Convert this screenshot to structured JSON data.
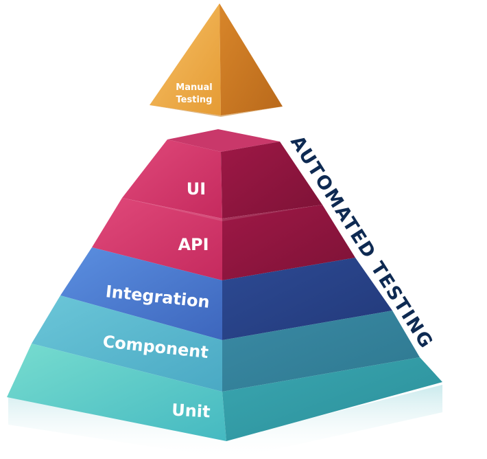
{
  "apex": {
    "line1": "Manual",
    "line2": "Testing"
  },
  "layers": {
    "ui": "UI",
    "api": "API",
    "integration": "Integration",
    "component": "Component",
    "unit": "Unit"
  },
  "side_label": "AUTOMATED TESTING",
  "colors": {
    "apex": "#e6a03c",
    "red": "#b01f53",
    "blue": "#3856a8",
    "teal": "#46b3c0",
    "text_dark": "#0e2a52"
  }
}
